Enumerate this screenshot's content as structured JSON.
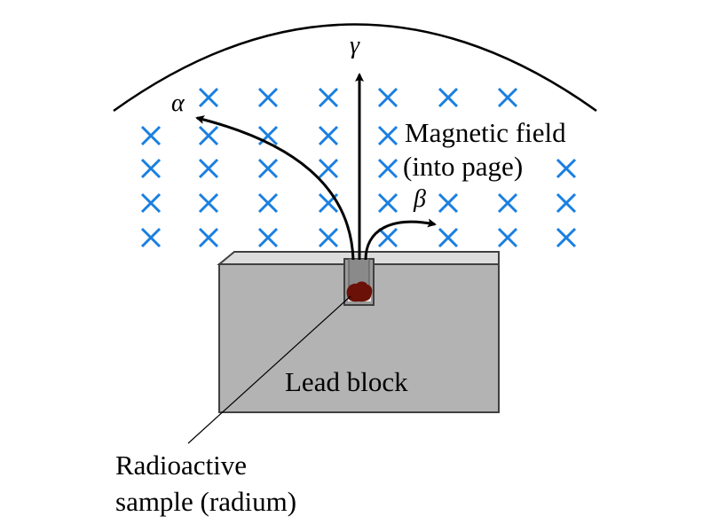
{
  "labels": {
    "gamma": "γ",
    "alpha": "α",
    "beta": "β",
    "field_line1": "Magnetic field",
    "field_line2": "(into page)",
    "lead_block": "Lead block",
    "sample_line1": "Radioactive",
    "sample_line2": "sample (radium)"
  },
  "colors": {
    "field_cross": "#1a7fe0",
    "lead_face": "#b3b3b3",
    "lead_top": "#dcdcdc",
    "lead_edge": "#404040",
    "sample": "#6b1108",
    "rays": "#000000"
  },
  "field": {
    "direction": "into page",
    "rows": [
      [
        false,
        true,
        true,
        true,
        true,
        true,
        true,
        false
      ],
      [
        true,
        true,
        true,
        true,
        true,
        false,
        false,
        false
      ],
      [
        true,
        true,
        true,
        true,
        true,
        false,
        false,
        true
      ],
      [
        true,
        true,
        true,
        true,
        true,
        true,
        true,
        true
      ],
      [
        true,
        true,
        true,
        true,
        true,
        true,
        true,
        true
      ]
    ]
  }
}
